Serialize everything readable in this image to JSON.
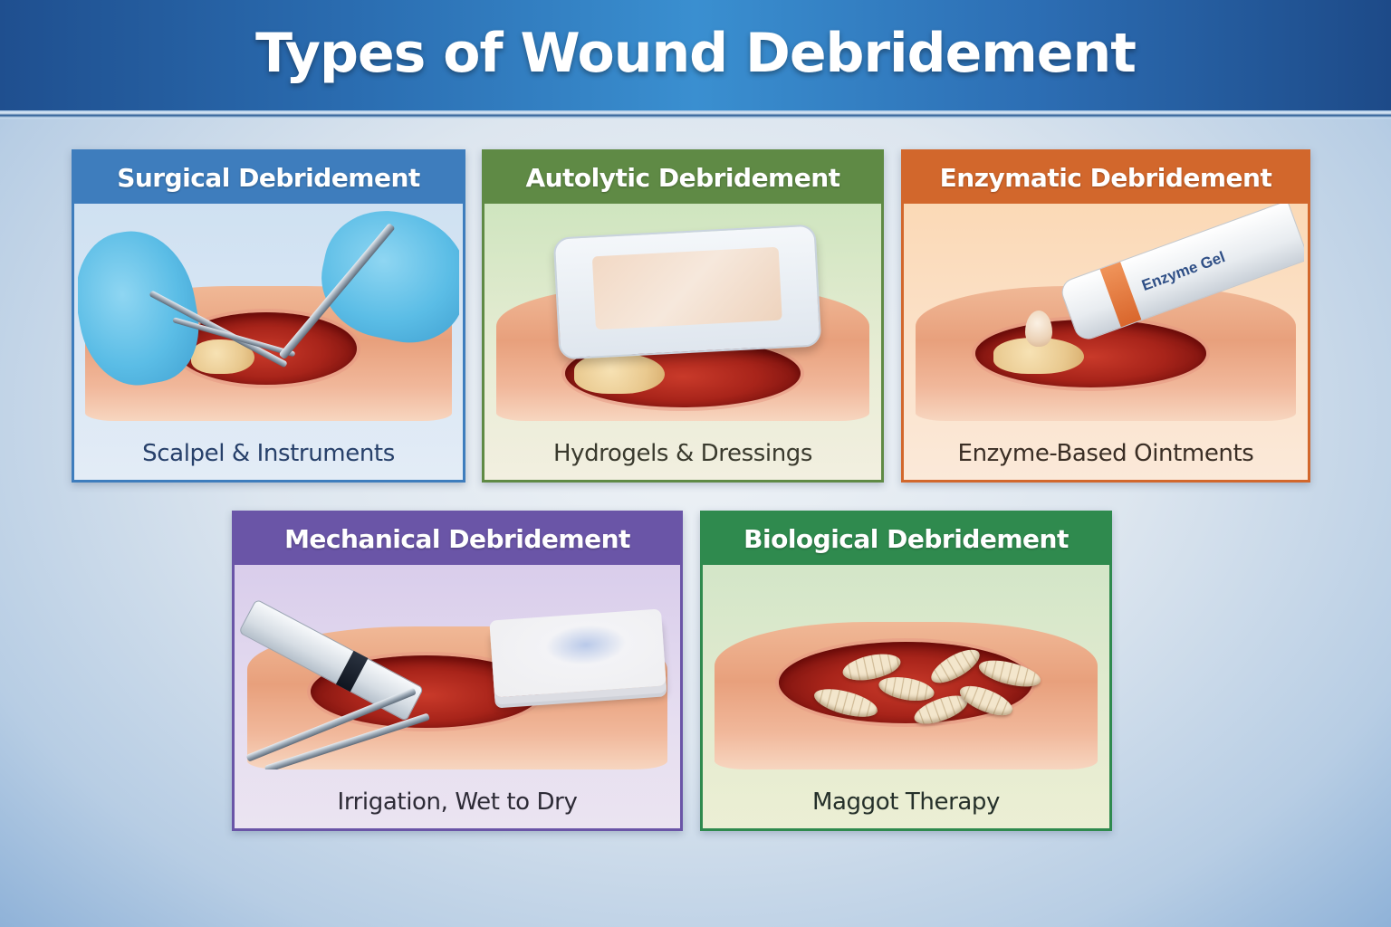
{
  "header": {
    "title": "Types of Wound Debridement"
  },
  "colors": {
    "header_blue": "#2a6cb0",
    "surgical": "#3e7dbd",
    "autolytic": "#5f8a45",
    "enzymatic": "#d2672c",
    "mechanical": "#6a55a7",
    "biological": "#2f8a4e"
  },
  "cards": [
    {
      "id": "surgical",
      "title": "Surgical Debridement",
      "caption": "Scalpel & Instruments",
      "illustration": "gloved-hands-scalpel-forceps-wound"
    },
    {
      "id": "autolytic",
      "title": "Autolytic Debridement",
      "caption": "Hydrogels & Dressings",
      "illustration": "hydrogel-dressing-over-wound"
    },
    {
      "id": "enzymatic",
      "title": "Enzymatic Debridement",
      "caption": "Enzyme-Based Ointments",
      "illustration": "enzyme-gel-tube-on-wound",
      "tube_label": "Enzyme Gel"
    },
    {
      "id": "mechanical",
      "title": "Mechanical Debridement",
      "caption": "Irrigation, Wet to Dry",
      "illustration": "syringe-forceps-gauze-wound"
    },
    {
      "id": "biological",
      "title": "Biological Debridement",
      "caption": "Maggot Therapy",
      "illustration": "maggots-in-wound"
    }
  ]
}
